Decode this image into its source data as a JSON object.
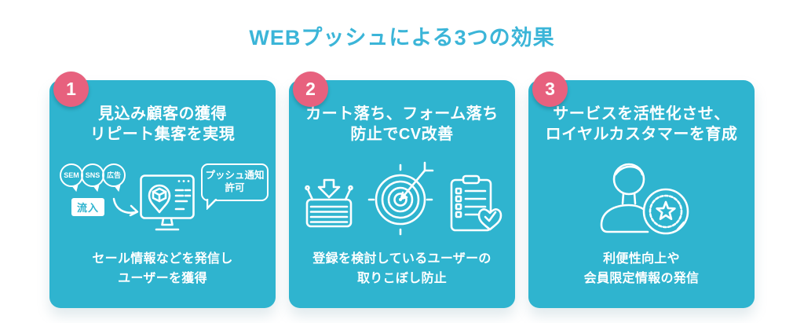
{
  "title": "WEBプッシュによる3つの効果",
  "colors": {
    "card_bg": "#2fb4cf",
    "badge_bg": "#e7617e",
    "title_color": "#3bb5d8",
    "icon_stroke": "#ffffff"
  },
  "cards": [
    {
      "number": "1",
      "heading1": "見込み顧客の獲得",
      "heading2": "リピート集客を実現",
      "desc1": "セール情報などを発信し",
      "desc2": "ユーザーを獲得",
      "icon": {
        "bubbles": [
          "SEM",
          "SNS",
          "広告"
        ],
        "inflow": "流入",
        "push1": "プッシュ通知",
        "push2": "許可"
      }
    },
    {
      "number": "2",
      "heading1": "カート落ち、フォーム落ち",
      "heading2": "防止でCV改善",
      "desc1": "登録を検討しているユーザーの",
      "desc2": "取りこぼし防止"
    },
    {
      "number": "3",
      "heading1": "サービスを活性化させ、",
      "heading2": "ロイヤルカスタマーを育成",
      "desc1": "利便性向上や",
      "desc2": "会員限定情報の発信"
    }
  ]
}
